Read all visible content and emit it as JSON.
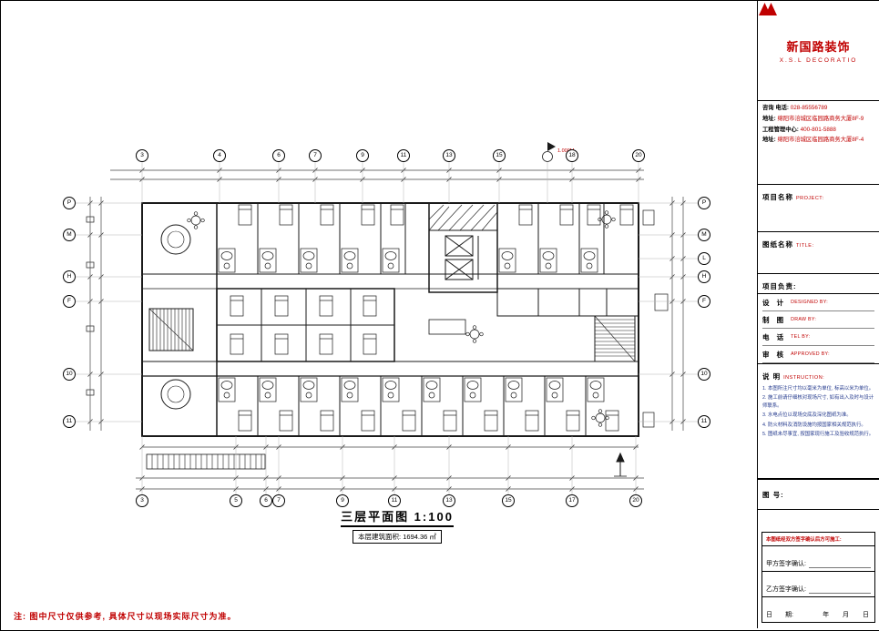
{
  "sheet": {
    "title": "三层平面图 1:100",
    "area_note": "本层建筑面积: 1694.36 ㎡",
    "red_note": "注: 图中尺寸仅供参考, 具体尺寸以现场实际尺寸为准。",
    "elevation_marker": "1.000M"
  },
  "grid": {
    "top": [
      "3",
      "4",
      "6",
      "7",
      "9",
      "11",
      "13",
      "15",
      "18",
      "20"
    ],
    "bottom": [
      "3",
      "5",
      "6",
      "7",
      "9",
      "11",
      "13",
      "15",
      "17",
      "20"
    ],
    "left": [
      "P",
      "M",
      "H",
      "F",
      "10",
      "11"
    ],
    "right": [
      "P",
      "M",
      "L",
      "H",
      "F",
      "10",
      "11"
    ]
  },
  "titleblock": {
    "logo_cn": "新国路装饰",
    "logo_en": "X.S.L DECORATIO",
    "contact": [
      {
        "label": "咨询 电话:",
        "value": "028-85556789"
      },
      {
        "label": "地址:",
        "value": "绵阳市涪城区临园路商务大厦8F-9"
      },
      {
        "label": "工程管理中心:",
        "value": "400-801-5888"
      },
      {
        "label": "地址:",
        "value": "绵阳市涪城区临园路商务大厦8F-4"
      }
    ],
    "project_label": "项目名称",
    "project_en": "PROJECT:",
    "drawing_label": "图纸名称",
    "drawing_en": "TITLE:",
    "leader_label": "项目负责:",
    "staff": [
      {
        "cn": "设 计",
        "en": "DESIGNED BY:"
      },
      {
        "cn": "制 图",
        "en": "DRAW BY:"
      },
      {
        "cn": "电 话",
        "en": "TEL BY:"
      },
      {
        "cn": "审 核",
        "en": "APPROVED BY:"
      }
    ],
    "note_label": "说 明",
    "note_en": "INSTRUCTION:",
    "notes": [
      "1. 本图所注尺寸均以毫米为单位, 标高以米为单位。",
      "2. 施工前请仔细核对现场尺寸, 如有出入及时与设计师联系。",
      "3. 水电点位以现场交底及深化图纸为准。",
      "4. 防火材料及消防设施均按国家相关规范执行。",
      "5. 图纸未尽事宜, 按国家现行施工及验收规范执行。"
    ],
    "drawing_no_label": "图  号:",
    "sign_box": {
      "header": "本图纸经双方签字确认后方可施工:",
      "party_a": "甲方签字确认:",
      "party_b": "乙方签字确认:",
      "date_label": "日　　期:",
      "date_suffix": "年　 月　 日"
    }
  }
}
